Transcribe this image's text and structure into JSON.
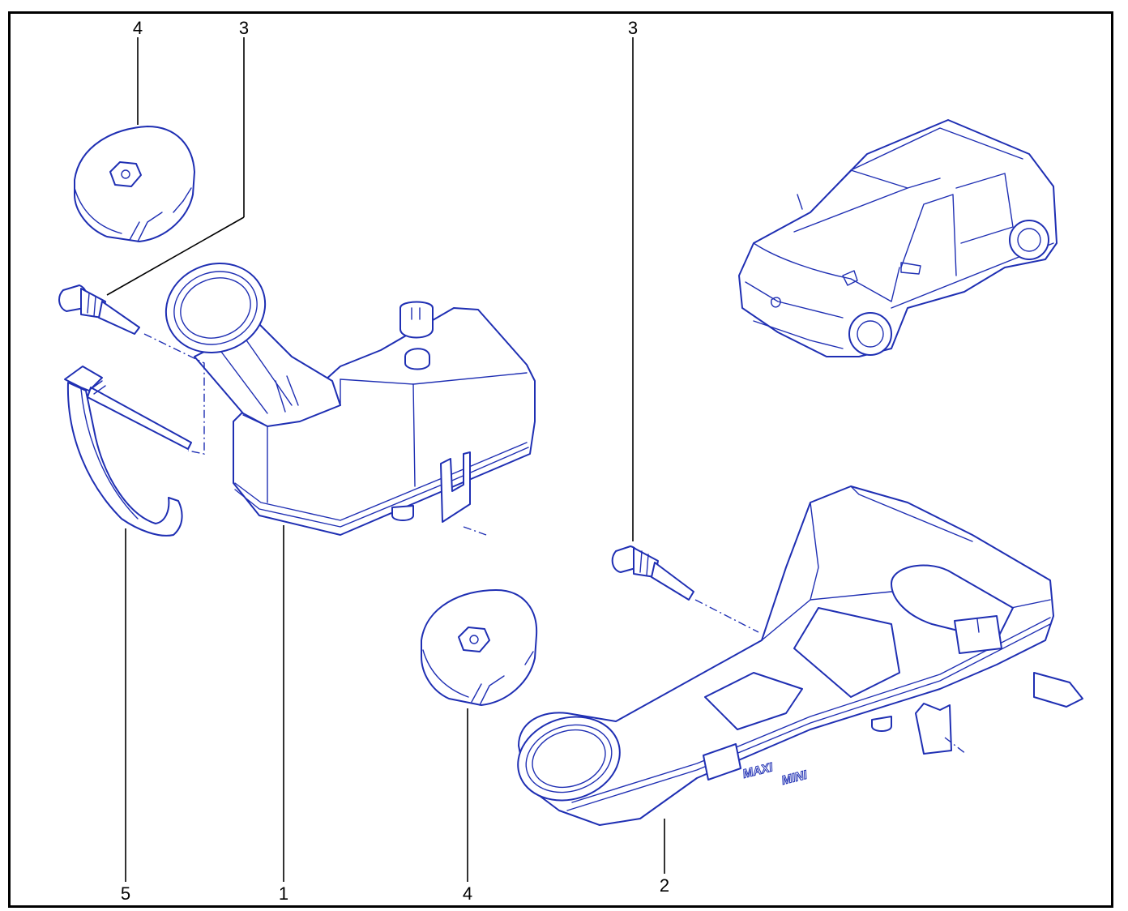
{
  "callouts": {
    "cap_top_left": "4",
    "screw_top_left": "3",
    "screw_top_right": "3",
    "strap_left": "5",
    "reservoir_left": "1",
    "cap_bottom": "4",
    "reservoir_right": "2"
  },
  "embossing": {
    "maxi": "MAXI",
    "mini": "MINI"
  },
  "colors": {
    "line": "#1f2fb3",
    "frame": "#000000",
    "background": "#ffffff"
  }
}
